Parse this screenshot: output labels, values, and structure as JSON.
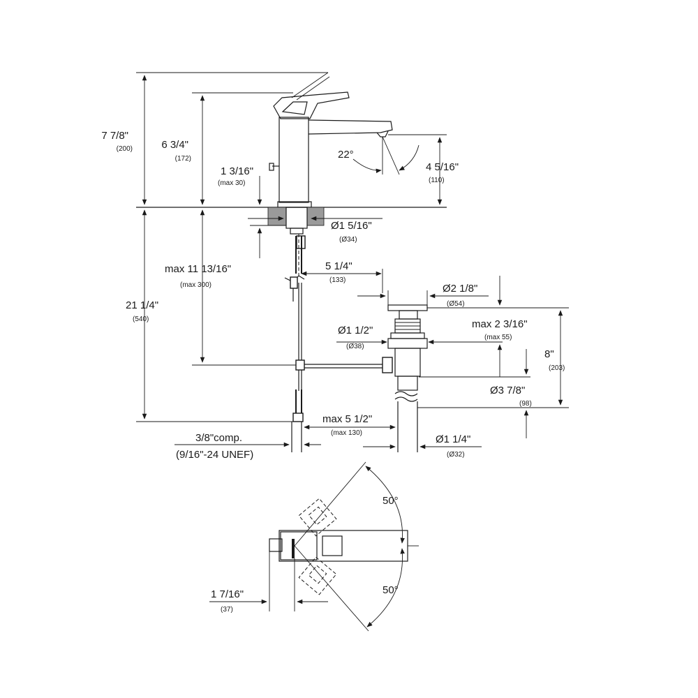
{
  "dimensions": {
    "overall_height": {
      "inch": "7 7/8\"",
      "mm": "(200)"
    },
    "lever_height": {
      "inch": "6 3/4\"",
      "mm": "(172)"
    },
    "deck_thickness": {
      "inch": "1 3/16\"",
      "mm": "(max 30)"
    },
    "spout_angle": {
      "label": "22°"
    },
    "spout_height": {
      "inch": "4 5/16\"",
      "mm": "(110)"
    },
    "hole_diameter": {
      "inch": "Ø1 5/16\"",
      "mm": "(Ø34)"
    },
    "supply_length": {
      "inch": "max 11 13/16\"",
      "mm": "(max 300)"
    },
    "total_length": {
      "inch": "21 1/4\"",
      "mm": "(540)"
    },
    "drain_offset": {
      "inch": "5 1/4\"",
      "mm": "(133)"
    },
    "flange_diameter": {
      "inch": "Ø2 1/8\"",
      "mm": "(Ø54)"
    },
    "drain_thread": {
      "inch": "Ø1 1/2\"",
      "mm": "(Ø38)"
    },
    "max_depth": {
      "inch": "max 2 3/16\"",
      "mm": "(max 55)"
    },
    "drain_length": {
      "inch": "8\"",
      "mm": "(203)"
    },
    "trap_size": {
      "inch": "Ø3 7/8\"",
      "mm": "(98)"
    },
    "supply_conn": {
      "inch": "3/8\"comp.",
      "thread": "(9/16\"-24 UNEF)"
    },
    "max_tail": {
      "inch": "max 5 1/2\"",
      "mm": "(max 130)"
    },
    "tailpiece": {
      "inch": "Ø1 1/4\"",
      "mm": "(Ø32)"
    },
    "lever_rotation_top": {
      "label": "50°"
    },
    "lever_rotation_bottom": {
      "label": "50°"
    },
    "lever_offset": {
      "inch": "1 7/16\"",
      "mm": "(37)"
    }
  }
}
